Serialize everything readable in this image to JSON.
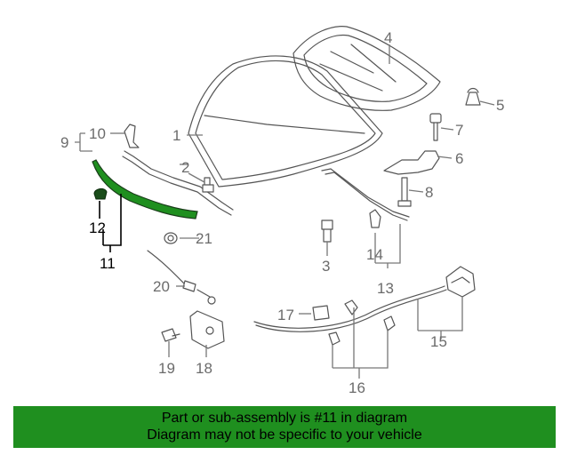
{
  "callouts": {
    "c1": "1",
    "c2": "2",
    "c3": "3",
    "c4": "4",
    "c5": "5",
    "c6": "6",
    "c7": "7",
    "c8": "8",
    "c9": "9",
    "c10": "10",
    "c11": "11",
    "c12": "12",
    "c13": "13",
    "c14": "14",
    "c15": "15",
    "c16": "16",
    "c17": "17",
    "c18": "18",
    "c19": "19",
    "c20": "20",
    "c21": "21"
  },
  "highlight_color": "#1f8f1f",
  "banner": {
    "line1": "Part or sub-assembly is #11 in diagram",
    "line2": "Diagram may not be specific to your vehicle"
  }
}
